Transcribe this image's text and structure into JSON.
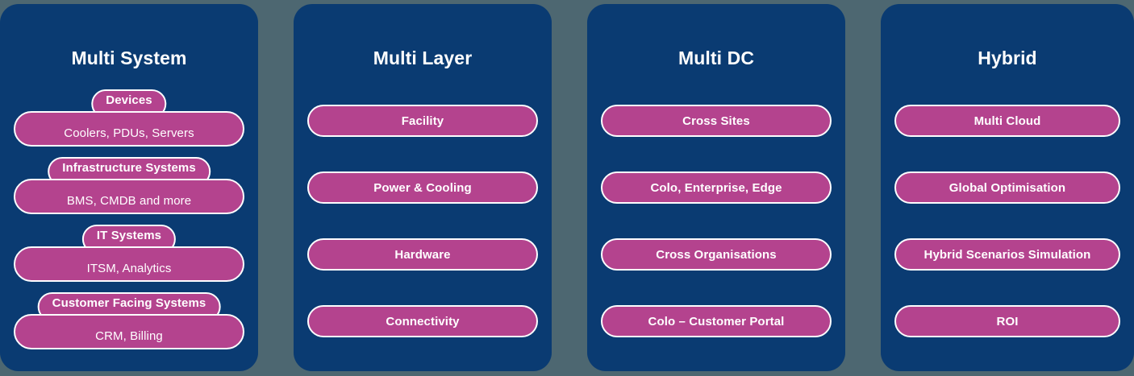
{
  "theme": {
    "background": "#4d6771",
    "panel_bg": "#0a3b72",
    "pill_bg": "#b4438e",
    "pill_border": "#fdfdff",
    "text": "#ffffff"
  },
  "panels": [
    {
      "title": "Multi System",
      "style": "two-tier",
      "items": [
        {
          "title": "Devices",
          "subtitle": "Coolers, PDUs, Servers"
        },
        {
          "title": "Infrastructure Systems",
          "subtitle": "BMS, CMDB and more"
        },
        {
          "title": "IT Systems",
          "subtitle": "ITSM, Analytics"
        },
        {
          "title": "Customer Facing Systems",
          "subtitle": "CRM, Billing"
        }
      ]
    },
    {
      "title": "Multi Layer",
      "style": "single",
      "items": [
        {
          "label": "Facility"
        },
        {
          "label": "Power & Cooling"
        },
        {
          "label": "Hardware"
        },
        {
          "label": "Connectivity"
        }
      ]
    },
    {
      "title": "Multi DC",
      "style": "single",
      "items": [
        {
          "label": "Cross Sites"
        },
        {
          "label": "Colo, Enterprise, Edge"
        },
        {
          "label": "Cross Organisations"
        },
        {
          "label": "Colo – Customer Portal"
        }
      ]
    },
    {
      "title": "Hybrid",
      "style": "single",
      "items": [
        {
          "label": "Multi Cloud"
        },
        {
          "label": "Global Optimisation"
        },
        {
          "label": "Hybrid Scenarios Simulation"
        },
        {
          "label": "ROI"
        }
      ]
    }
  ]
}
